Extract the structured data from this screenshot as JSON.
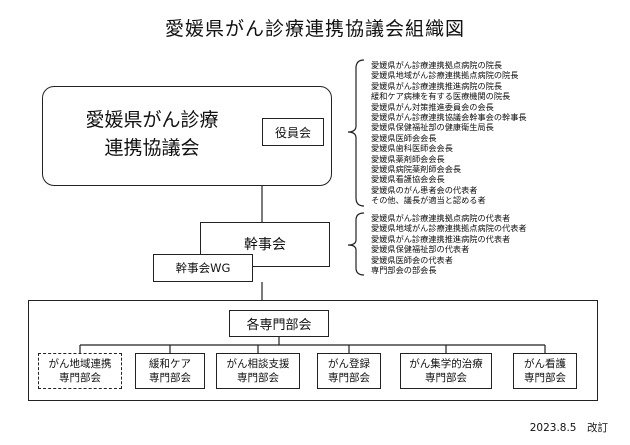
{
  "title": "愛媛県がん診療連携協議会組織図",
  "council": {
    "name_line1": "愛媛県がん診療",
    "name_line2": "連携協議会"
  },
  "officers_label": "役員会",
  "officers_members": [
    "愛媛県がん診療連携拠点病院の院長",
    "愛媛県地域がん診療連携拠点病院の院長",
    "愛媛県がん診療連携推進病院の院長",
    "緩和ケア病棟を有する医療機関の院長",
    "愛媛県がん対策推進委員会の会長",
    "愛媛県がん診療連携協議会幹事会の幹事長",
    "愛媛県保健福祉部の健康衛生局長",
    "愛媛県医師会会長",
    "愛媛県歯科医師会会長",
    "愛媛県薬剤師会会長",
    "愛媛県病院薬剤師会会長",
    "愛媛県看護協会会長",
    "愛媛県のがん患者会の代表者",
    "その他、議長が適当と認める者"
  ],
  "kanjikai_label": "幹事会",
  "kanjikai_members": [
    "愛媛県がん診療連携拠点病院の代表者",
    "愛媛県地域がん診療連携拠点病院の代表者",
    "愛媛県がん診療連携推進病院の代表者",
    "愛媛県保健福祉部の代表者",
    "愛媛県医師会の代表者",
    "専門部会の部会長"
  ],
  "wg_label": "幹事会WG",
  "kakubu_label": "各専門部会",
  "committees": [
    {
      "line1": "がん地域連携",
      "line2": "専門部会"
    },
    {
      "line1": "緩和ケア",
      "line2": "専門部会"
    },
    {
      "line1": "がん相談支援",
      "line2": "専門部会"
    },
    {
      "line1": "がん登録",
      "line2": "専門部会"
    },
    {
      "line1": "がん集学的治療",
      "line2": "専門部会"
    },
    {
      "line1": "がん看護",
      "line2": "専門部会"
    }
  ],
  "revision": "2023.8.5　改訂"
}
